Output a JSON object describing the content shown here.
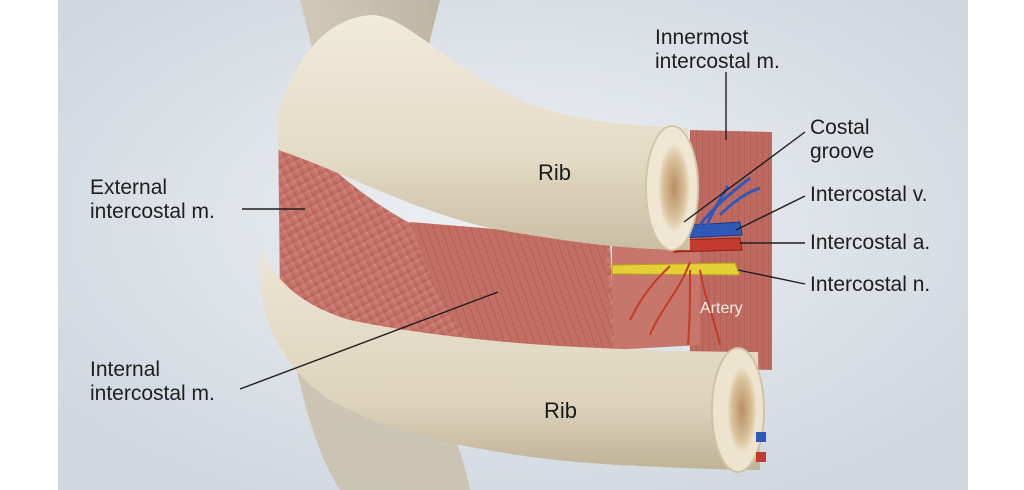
{
  "labels": {
    "innermost": [
      "Innermost",
      "intercostal m."
    ],
    "costal_groove": [
      "Costal",
      "groove"
    ],
    "external": [
      "External",
      "intercostal m."
    ],
    "internal": [
      "Internal",
      "intercostal m."
    ],
    "vein": "Intercostal v.",
    "artery_label": "Intercostal a.",
    "nerve": "Intercostal n.",
    "rib_upper": "Rib",
    "rib_lower": "Rib",
    "artery_inline": "Artery"
  },
  "colors": {
    "bone": "#e8e0cc",
    "muscle": "#c9756b",
    "vein": "#2f58b8",
    "artery": "#c43a2e",
    "nerve": "#e8d23a",
    "background": "#dfe4ea"
  }
}
